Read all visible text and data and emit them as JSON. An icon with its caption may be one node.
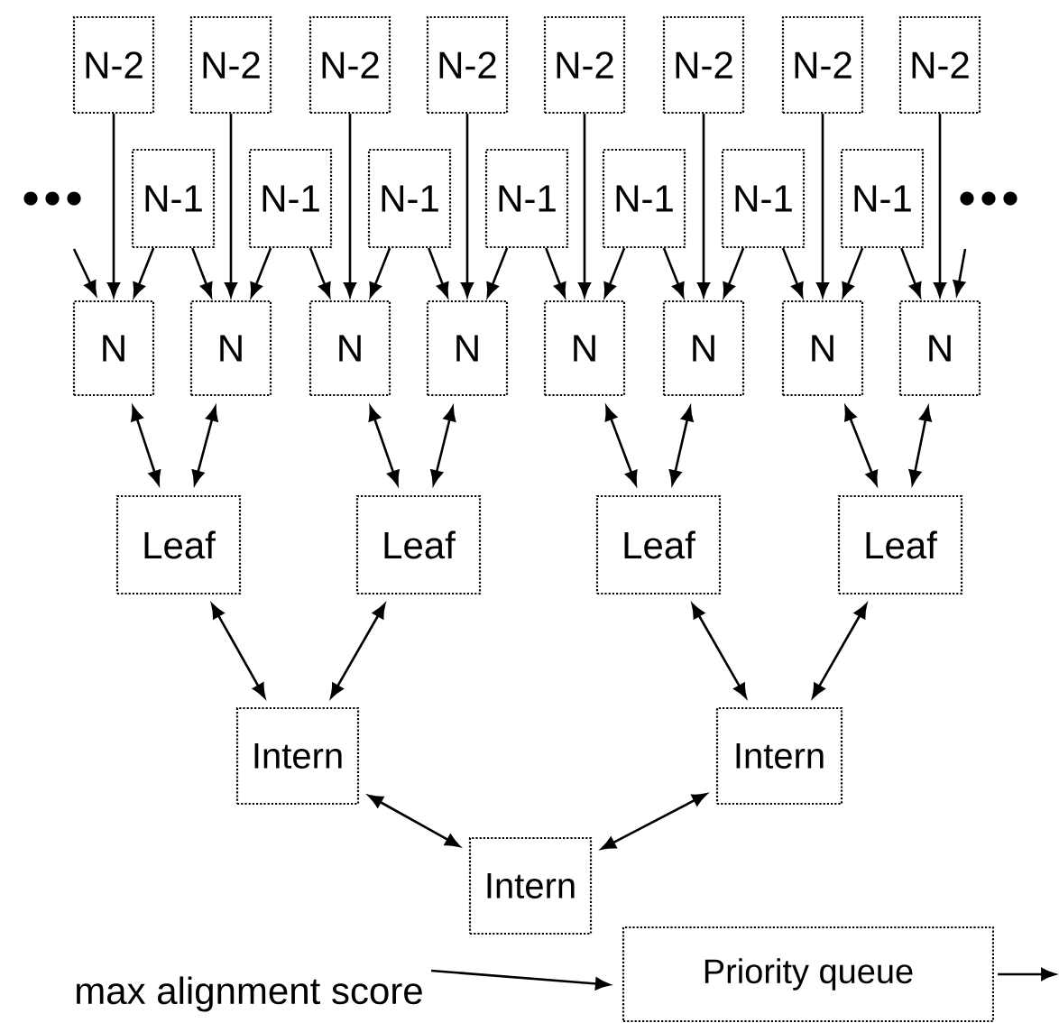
{
  "diagram": {
    "nodes": [
      {
        "text": [
          "N-2"
        ]
      },
      {
        "text": [
          "N-2"
        ]
      },
      {
        "text": [
          "N-2"
        ]
      },
      {
        "text": [
          "N-2"
        ]
      },
      {
        "text": [
          "N-2"
        ]
      },
      {
        "text": [
          "N-2"
        ]
      },
      {
        "text": [
          "N-2"
        ]
      },
      {
        "text": [
          "N-2"
        ]
      },
      {
        "text": [
          "N-1"
        ]
      },
      {
        "text": [
          "N-1"
        ]
      },
      {
        "text": [
          "N-1"
        ]
      },
      {
        "text": [
          "N-1"
        ]
      },
      {
        "text": [
          "N-1"
        ]
      },
      {
        "text": [
          "N-1"
        ]
      },
      {
        "text": [
          "N-1"
        ]
      },
      {
        "text": [
          "N"
        ]
      },
      {
        "text": [
          "N"
        ]
      },
      {
        "text": [
          "N"
        ]
      },
      {
        "text": [
          "N"
        ]
      },
      {
        "text": [
          "N"
        ]
      },
      {
        "text": [
          "N"
        ]
      },
      {
        "text": [
          "N"
        ]
      },
      {
        "text": [
          "N"
        ]
      },
      {
        "text": [
          "Leaf"
        ]
      },
      {
        "text": [
          "Leaf"
        ]
      },
      {
        "text": [
          "Leaf"
        ]
      },
      {
        "text": [
          "Leaf"
        ]
      },
      {
        "text": [
          "Intern"
        ]
      },
      {
        "text": [
          "Intern"
        ]
      },
      {
        "text": [
          "Intern"
        ]
      },
      {
        "text": [
          "max alignment score"
        ]
      },
      {
        "text": [
          "Priority queue"
        ]
      }
    ],
    "edges": [
      {
        "from": 0,
        "to": 15,
        "arrow": "to"
      },
      {
        "from": 1,
        "to": 16,
        "arrow": "to"
      },
      {
        "from": 2,
        "to": 17,
        "arrow": "to"
      },
      {
        "from": 3,
        "to": 18,
        "arrow": "to"
      },
      {
        "from": 4,
        "to": 19,
        "arrow": "to"
      },
      {
        "from": 5,
        "to": 20,
        "arrow": "to"
      },
      {
        "from": 6,
        "to": 21,
        "arrow": "to"
      },
      {
        "from": 7,
        "to": 22,
        "arrow": "to"
      },
      {
        "from": null,
        "to": 15,
        "arrow": "to"
      },
      {
        "from": 8,
        "to": 15,
        "arrow": "to"
      },
      {
        "from": 8,
        "to": 16,
        "arrow": "to"
      },
      {
        "from": 9,
        "to": 16,
        "arrow": "to"
      },
      {
        "from": 9,
        "to": 17,
        "arrow": "to"
      },
      {
        "from": 10,
        "to": 17,
        "arrow": "to"
      },
      {
        "from": 10,
        "to": 18,
        "arrow": "to"
      },
      {
        "from": 11,
        "to": 18,
        "arrow": "to"
      },
      {
        "from": 11,
        "to": 19,
        "arrow": "to"
      },
      {
        "from": 12,
        "to": 19,
        "arrow": "to"
      },
      {
        "from": 12,
        "to": 20,
        "arrow": "to"
      },
      {
        "from": 13,
        "to": 20,
        "arrow": "to"
      },
      {
        "from": 13,
        "to": 21,
        "arrow": "to"
      },
      {
        "from": 14,
        "to": 21,
        "arrow": "to"
      },
      {
        "from": 14,
        "to": 22,
        "arrow": "to"
      },
      {
        "from": null,
        "to": 22,
        "arrow": "to"
      },
      {
        "from": 15,
        "to": 23,
        "arrow": "both"
      },
      {
        "from": 16,
        "to": 23,
        "arrow": "both"
      },
      {
        "from": 17,
        "to": 24,
        "arrow": "both"
      },
      {
        "from": 18,
        "to": 24,
        "arrow": "both"
      },
      {
        "from": 19,
        "to": 25,
        "arrow": "both"
      },
      {
        "from": 20,
        "to": 25,
        "arrow": "both"
      },
      {
        "from": 21,
        "to": 26,
        "arrow": "both"
      },
      {
        "from": 22,
        "to": 26,
        "arrow": "both"
      },
      {
        "from": 23,
        "to": 27,
        "arrow": "both"
      },
      {
        "from": 24,
        "to": 27,
        "arrow": "both"
      },
      {
        "from": 25,
        "to": 28,
        "arrow": "both"
      },
      {
        "from": 26,
        "to": 28,
        "arrow": "both"
      },
      {
        "from": 27,
        "to": 29,
        "arrow": "both"
      },
      {
        "from": 28,
        "to": 29,
        "arrow": "both"
      },
      {
        "from": 30,
        "to": 31,
        "arrow": "to"
      },
      {
        "from": 31,
        "to": null,
        "arrow": "to"
      }
    ]
  }
}
